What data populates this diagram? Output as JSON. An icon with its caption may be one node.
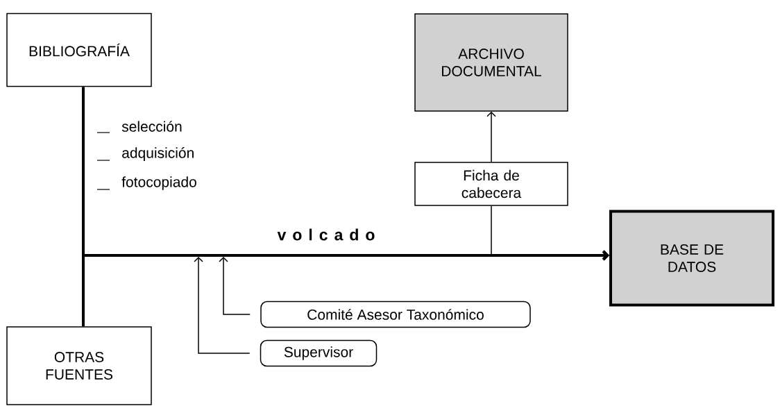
{
  "diagram": {
    "nodes": [
      {
        "text": [
          "BIBLIOGRAFÍA"
        ]
      },
      {
        "text": [
          "ARCHIVO DOCUMENTAL"
        ]
      },
      {
        "text": [
          "Ficha de cabecera"
        ]
      },
      {
        "text": [
          "BASE DE DATOS"
        ]
      },
      {
        "text": [
          "OTRAS FUENTES"
        ]
      },
      {
        "text": [
          "Comité Asesor Taxonómico"
        ]
      },
      {
        "text": [
          "Supervisor"
        ]
      }
    ],
    "edges": [
      {
        "from": 0,
        "to": 3,
        "arrow": "to",
        "style": "thick",
        "label": "v o l c a d o"
      },
      {
        "from": 4,
        "to": 3,
        "arrow": "to",
        "style": "thick"
      },
      {
        "from": null,
        "to": 2,
        "arrow": "none"
      },
      {
        "from": 2,
        "to": 1,
        "arrow": "to"
      },
      {
        "from": 5,
        "to": null,
        "arrow": "to"
      },
      {
        "from": 6,
        "to": null,
        "arrow": "to"
      }
    ],
    "labels": [
      "selección",
      "adquisición",
      "fotocopiado"
    ]
  }
}
